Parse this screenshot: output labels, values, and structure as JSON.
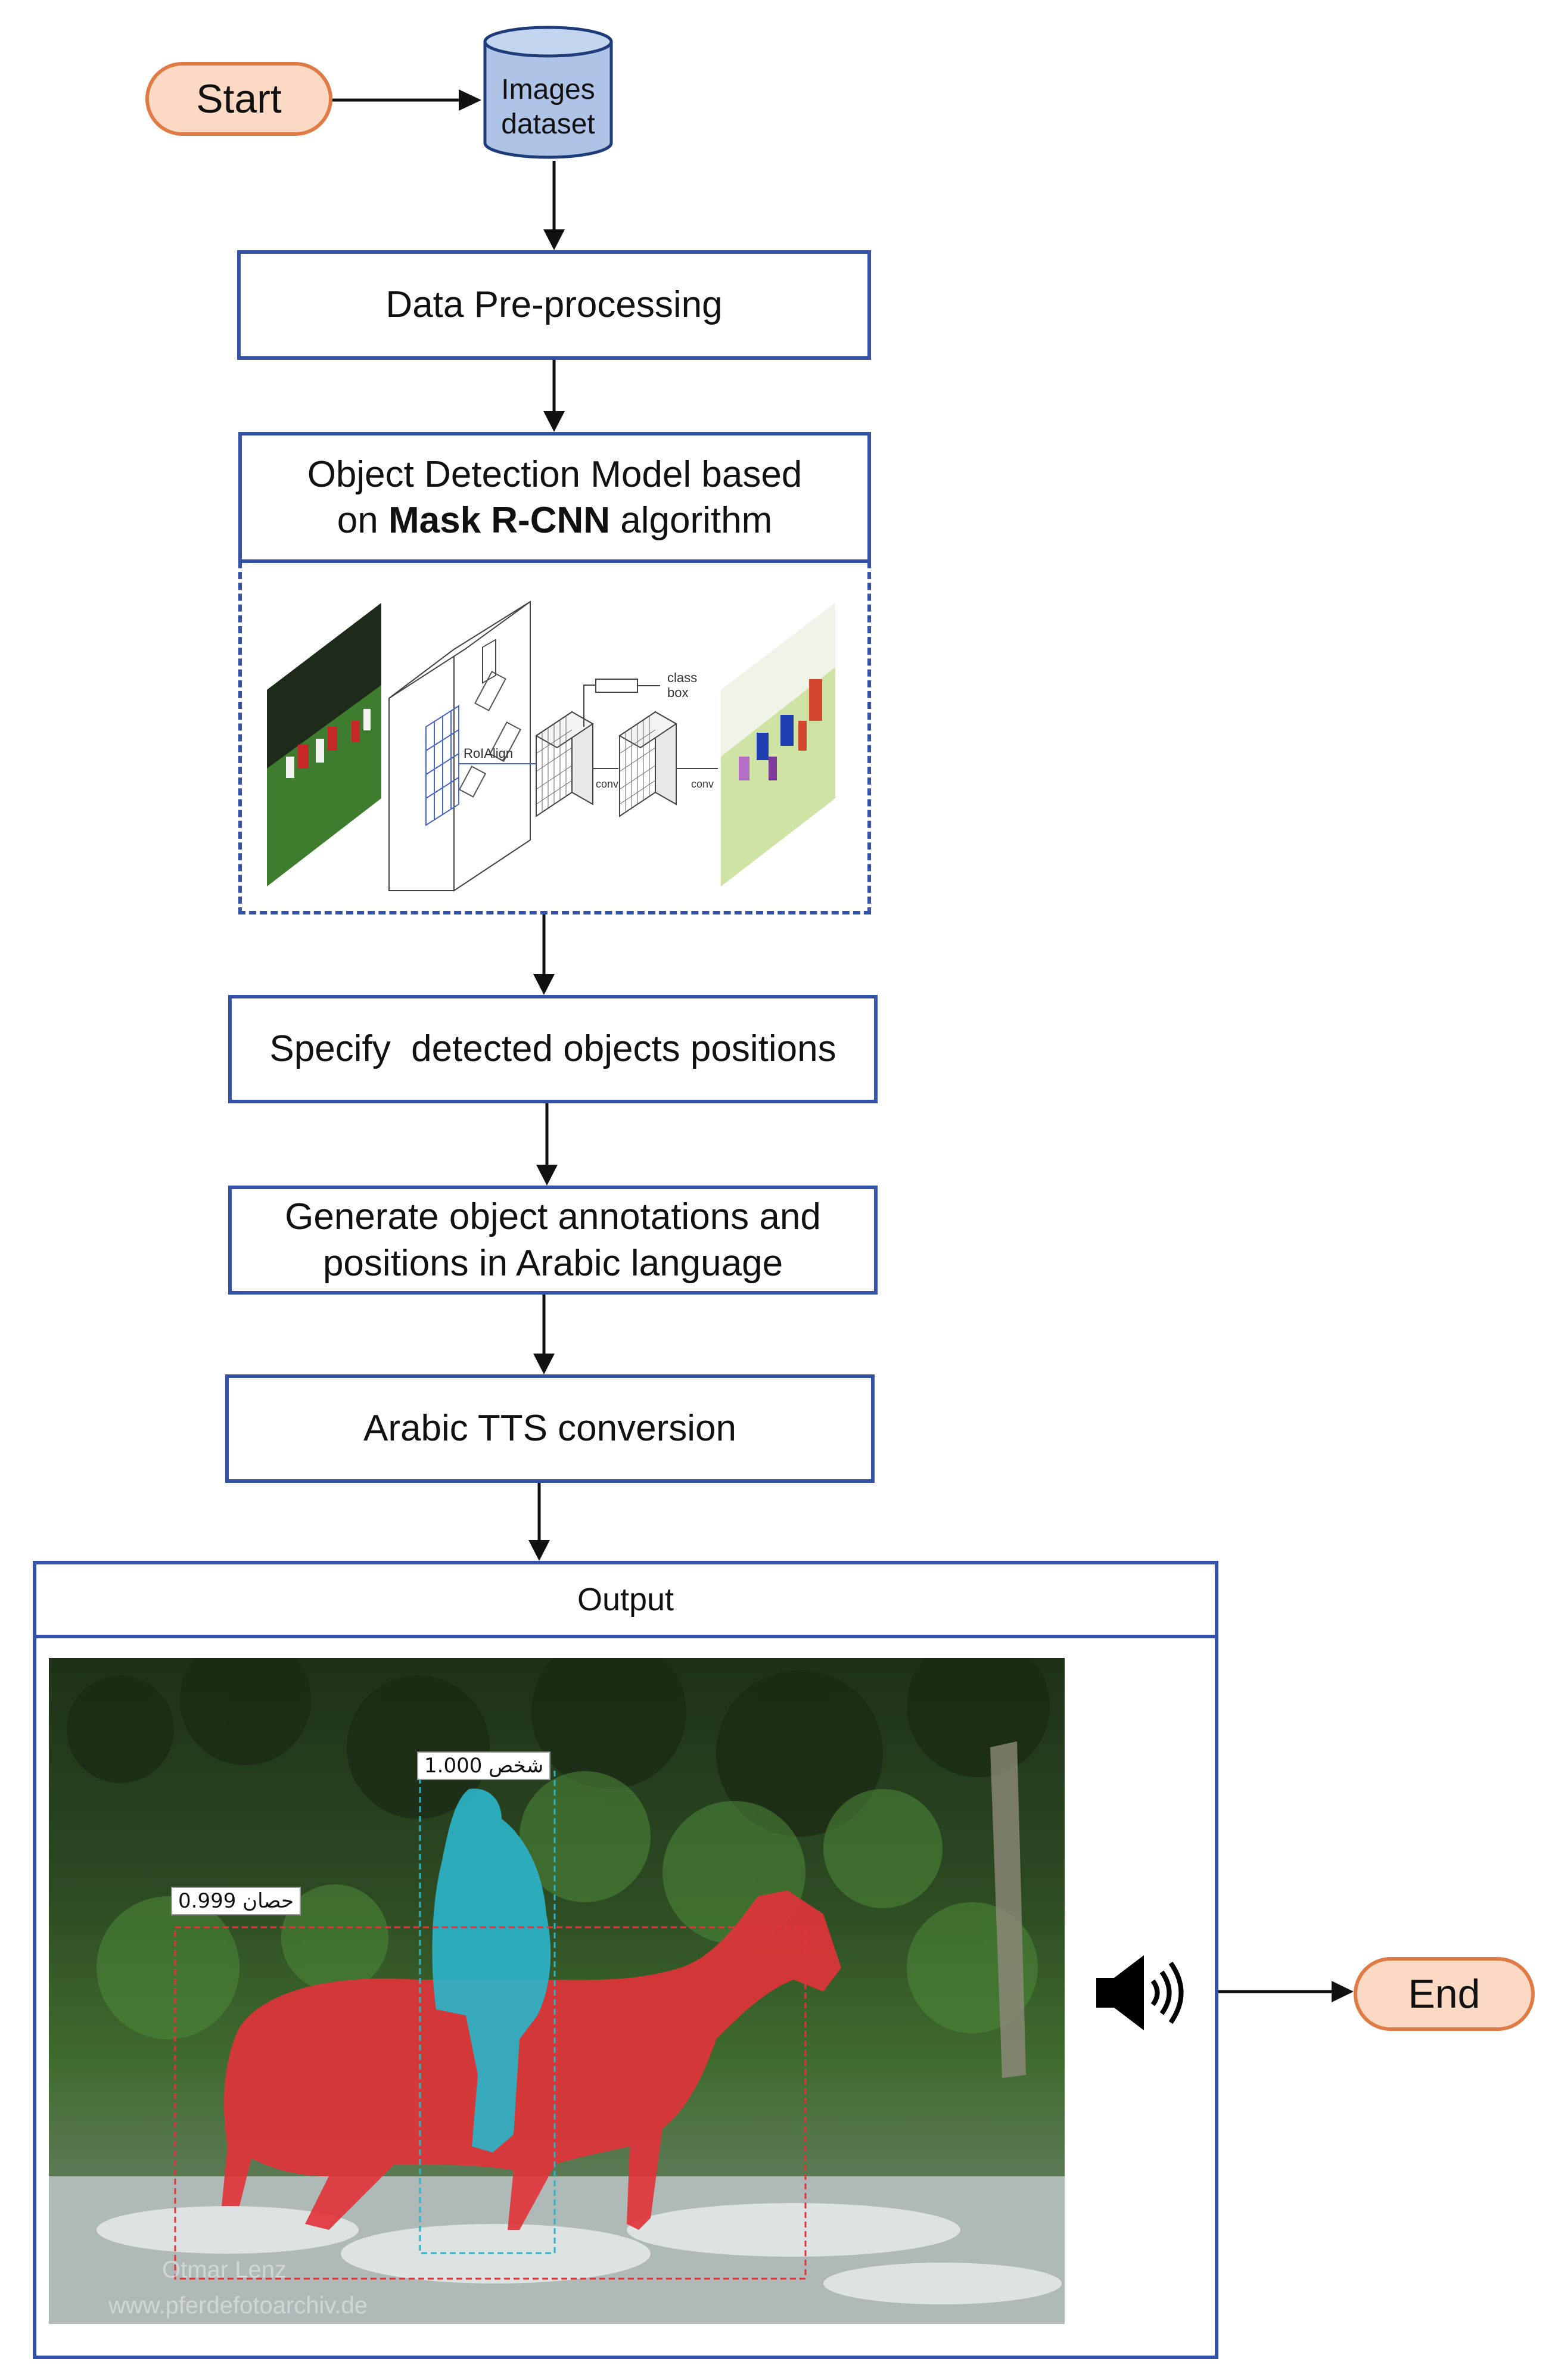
{
  "nodes": {
    "start": "Start",
    "dataset": [
      "Images",
      "dataset"
    ],
    "preprocessing": "Data Pre-processing",
    "detection_line1": "Object Detection Model based",
    "detection_line2_pre": "on ",
    "detection_line2_bold": "Mask R-CNN",
    "detection_line2_post": " algorithm",
    "positions": "Specify  detected objects positions",
    "annotations": [
      "Generate object annotations and",
      "positions in Arabic language"
    ],
    "tts": "Arabic TTS conversion",
    "output": "Output",
    "end": "End"
  },
  "architecture": {
    "roialign": "RoIAlign",
    "conv1": "conv",
    "conv2": "conv",
    "head": [
      "class",
      "box"
    ]
  },
  "output_image": {
    "person_label": "شخص 1.000",
    "horse_label": "حصان 0.999",
    "watermark": [
      "Otmar Lenz",
      "www.pferdefotoarchiv.de"
    ]
  },
  "colors": {
    "box_border": "#3452a7",
    "terminal_fill": "#fbd9c4",
    "terminal_border": "#e07b45",
    "dataset_fill": "#aec3e6",
    "horse_mask": "#e0343a",
    "person_mask": "#2bb3c8"
  },
  "icons": {
    "speaker": "speaker-icon"
  }
}
